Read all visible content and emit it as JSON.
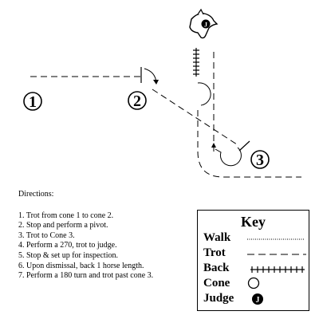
{
  "diagram": {
    "cones": [
      {
        "id": "cone-1",
        "label": "1"
      },
      {
        "id": "cone-2",
        "label": "2"
      },
      {
        "id": "cone-3",
        "label": "3"
      }
    ],
    "judge": {
      "label": "J",
      "icon": "horse-judge-icon"
    }
  },
  "directions": {
    "heading": "Directions:",
    "steps": [
      "1. Trot from cone 1 to cone 2.",
      "2. Stop and perform a pivot.",
      "3. Trot to Cone 3.",
      "4. Perform a 270, trot to judge.",
      "5. Stop & set up for inspection.",
      "6. Upon dismissal, back 1 horse length.",
      "7. Perform a 180 turn and trot past cone 3."
    ]
  },
  "key": {
    "title": "Key",
    "items": [
      {
        "label": "Walk",
        "style": "dotted"
      },
      {
        "label": "Trot",
        "style": "dashed"
      },
      {
        "label": "Back",
        "style": "hatched"
      },
      {
        "label": "Cone",
        "style": "circle"
      },
      {
        "label": "Judge",
        "style": "filled-circle-J"
      }
    ]
  }
}
